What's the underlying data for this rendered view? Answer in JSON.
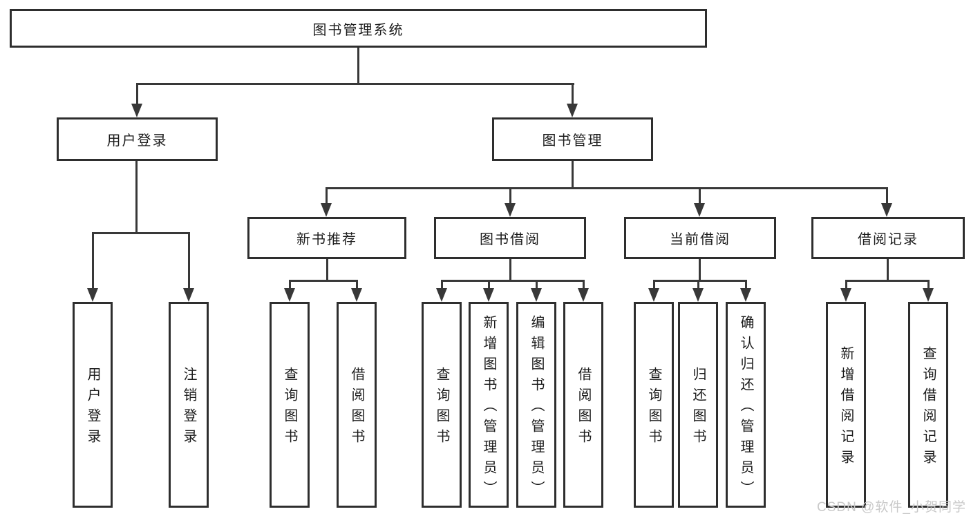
{
  "diagram": {
    "title": "图书管理系统",
    "root": {
      "label": "图书管理系统"
    },
    "level2": [
      {
        "label": "用户登录"
      },
      {
        "label": "图书管理"
      }
    ],
    "level3": [
      {
        "label": "新书推荐"
      },
      {
        "label": "图书借阅"
      },
      {
        "label": "当前借阅"
      },
      {
        "label": "借阅记录"
      }
    ],
    "leaves": {
      "user_login": [
        "用户登录",
        "注销登录"
      ],
      "new_book": [
        "查询图书",
        "借阅图书"
      ],
      "book_borrow": [
        "查询图书",
        "新增图书（管理员）",
        "编辑图书（管理员）",
        "借阅图书"
      ],
      "current_borrow": [
        "查询图书",
        "归还图书",
        "确认归还（管理员）"
      ],
      "borrow_records": [
        "新增借阅记录",
        "查询借阅记录"
      ]
    }
  },
  "watermark": "CSDN @软件_小贺同学",
  "colors": {
    "line": "#383838",
    "border": "#2e2e2e",
    "text": "#1c1c1c",
    "watermark": "#c9c9c9",
    "background": "#ffffff"
  }
}
